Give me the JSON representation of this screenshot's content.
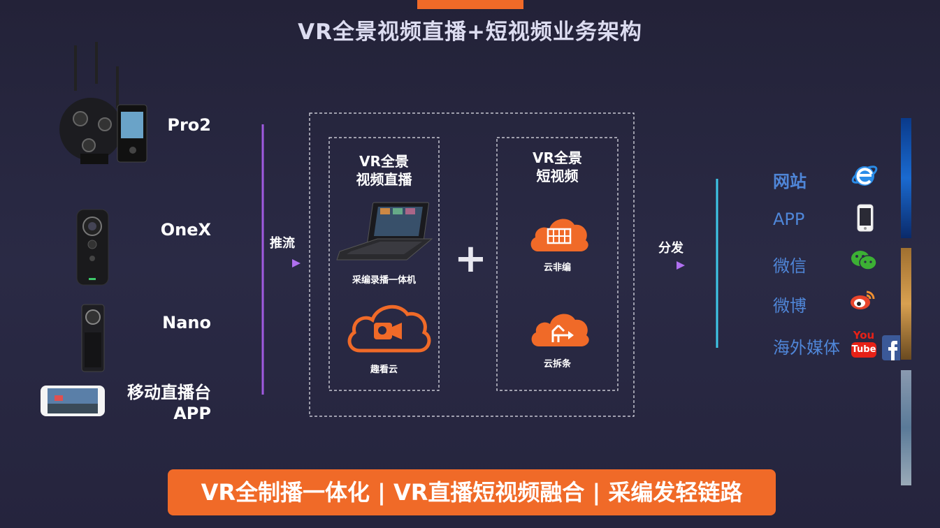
{
  "header": {
    "title": "VR全景视频直播+短视频业务架构"
  },
  "sources": [
    {
      "id": "pro2",
      "label": "Pro2"
    },
    {
      "id": "onex",
      "label": "OneX"
    },
    {
      "id": "nano",
      "label": "Nano"
    },
    {
      "id": "app",
      "label_line1": "移动直播台",
      "label_line2": "APP"
    }
  ],
  "flow": {
    "push_label": "推流",
    "distribute_label": "分发",
    "plus": "+"
  },
  "live_box": {
    "title_line1": "VR全景",
    "title_line2": "视频直播",
    "item1": "采编录播一体机",
    "item2": "趣看云"
  },
  "short_box": {
    "title_line1": "VR全景",
    "title_line2": "短视频",
    "item1": "云非编",
    "item2": "云拆条"
  },
  "destinations": [
    {
      "label": "网站",
      "icon": "ie-browser-icon"
    },
    {
      "label": "APP",
      "icon": "mobile-phone-icon"
    },
    {
      "label": "微信",
      "icon": "wechat-icon"
    },
    {
      "label": "微博",
      "icon": "weibo-icon"
    },
    {
      "label": "海外媒体",
      "icon": "youtube-icon"
    }
  ],
  "logo_text": {
    "youtube_top": "You",
    "youtube_bottom": "Tube"
  },
  "colors": {
    "accent": "#f06a28",
    "line_purple": "#a05ae0",
    "line_cyan": "#3ec8e8",
    "dest_blue": "#4f86d8"
  },
  "banner": {
    "text": "VR全制播一体化 | VR直播短视频融合 | 采编发轻链路"
  }
}
